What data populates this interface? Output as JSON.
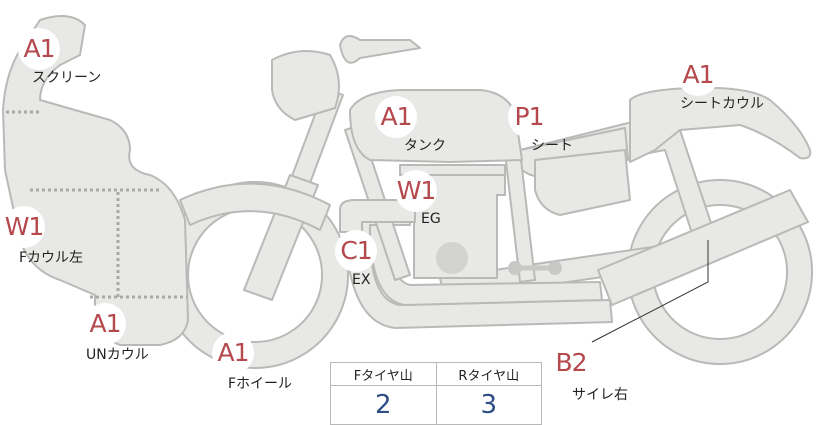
{
  "parts": [
    {
      "grade": "A1",
      "name": "スクリーン"
    },
    {
      "grade": "A1",
      "name": "タンク"
    },
    {
      "grade": "P1",
      "name": "シート"
    },
    {
      "grade": "A1",
      "name": "シートカウル"
    },
    {
      "grade": "W1",
      "name": "EG"
    },
    {
      "grade": "W1",
      "name": "Fカウル左"
    },
    {
      "grade": "C1",
      "name": "EX"
    },
    {
      "grade": "A1",
      "name": "UNカウル"
    },
    {
      "grade": "A1",
      "name": "Fホイール"
    },
    {
      "grade": "B2",
      "name": "サイレ右"
    }
  ],
  "tread_table": {
    "front_label": "Fタイヤ山",
    "rear_label": "Rタイヤ山",
    "front_value": "2",
    "rear_value": "3"
  },
  "colors": {
    "body_fill": "#e8e8e6",
    "body_stroke": "#b9b9b7",
    "badge_text": "#b5484c",
    "value_text": "#2d4f86"
  }
}
